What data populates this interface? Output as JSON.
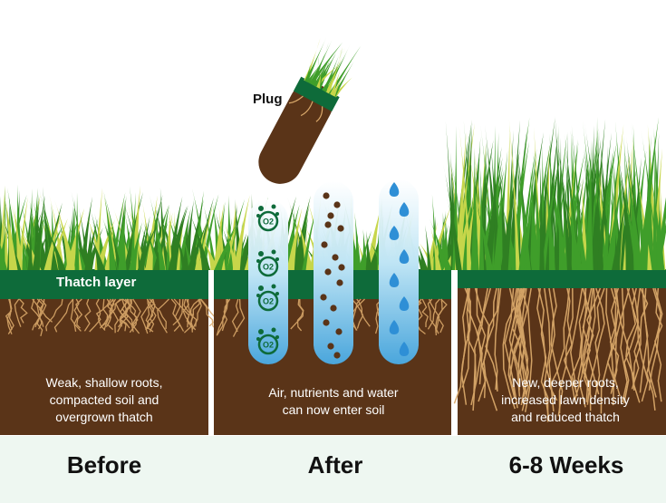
{
  "labels": {
    "plug": "Plug",
    "thatch": "Thatch layer",
    "o2": "O2"
  },
  "panels": [
    {
      "heading": "Before",
      "caption": [
        "Weak, shallow roots,",
        "compacted soil and",
        "overgrown thatch"
      ]
    },
    {
      "heading": "After",
      "caption": [
        "Air, nutrients and water",
        "can now enter soil"
      ]
    },
    {
      "heading": "6-8 Weeks",
      "caption": [
        "New, deeper roots,",
        "increased lawn density",
        "and reduced thatch"
      ]
    }
  ],
  "colors": {
    "soil": "#5a3418",
    "thatch": "#0e6b3a",
    "grass": "#3f9e2a",
    "grass_light": "#c6d64a",
    "roots": "#d9a86a",
    "water": "#2e8fd6",
    "footer": "#eef7f1"
  }
}
